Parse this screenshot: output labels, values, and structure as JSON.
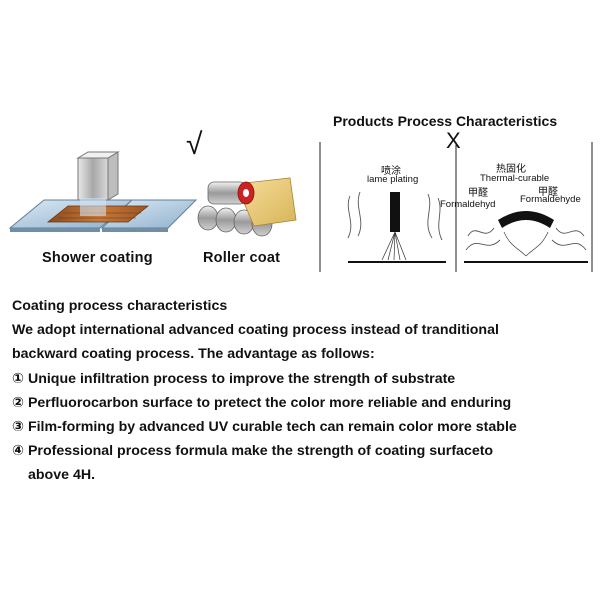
{
  "left_panel": {
    "check_mark": "√",
    "shower_caption": "Shower coating",
    "roller_caption": "Roller coat"
  },
  "right_panel": {
    "title": "Products Process Characteristics",
    "cross_mark": "X",
    "spray": {
      "cjk_label": "喷涂",
      "label": "lame plating"
    },
    "thermal": {
      "cjk_label": "热固化",
      "label": "Thermal-curable",
      "left_cjk": "甲醛",
      "left_label": "Formaldehyd",
      "right_cjk": "甲醛",
      "right_label": "Formaldehyde"
    }
  },
  "description": {
    "heading": "Coating process characteristics",
    "intro_line1": "We adopt international advanced coating process instead of  tranditional",
    "intro_line2": "backward coating process. The advantage as follows:",
    "points": [
      "① Unique infiltration process to improve the strength of substrate",
      "② Perfluorocarbon surface to pretect the color more reliable and enduring",
      "③ Film-forming by advanced UV curable tech can remain color more stable",
      "④ Professional process formula make the strength of coating surfaceto"
    ],
    "point4_cont": "above 4H."
  }
}
